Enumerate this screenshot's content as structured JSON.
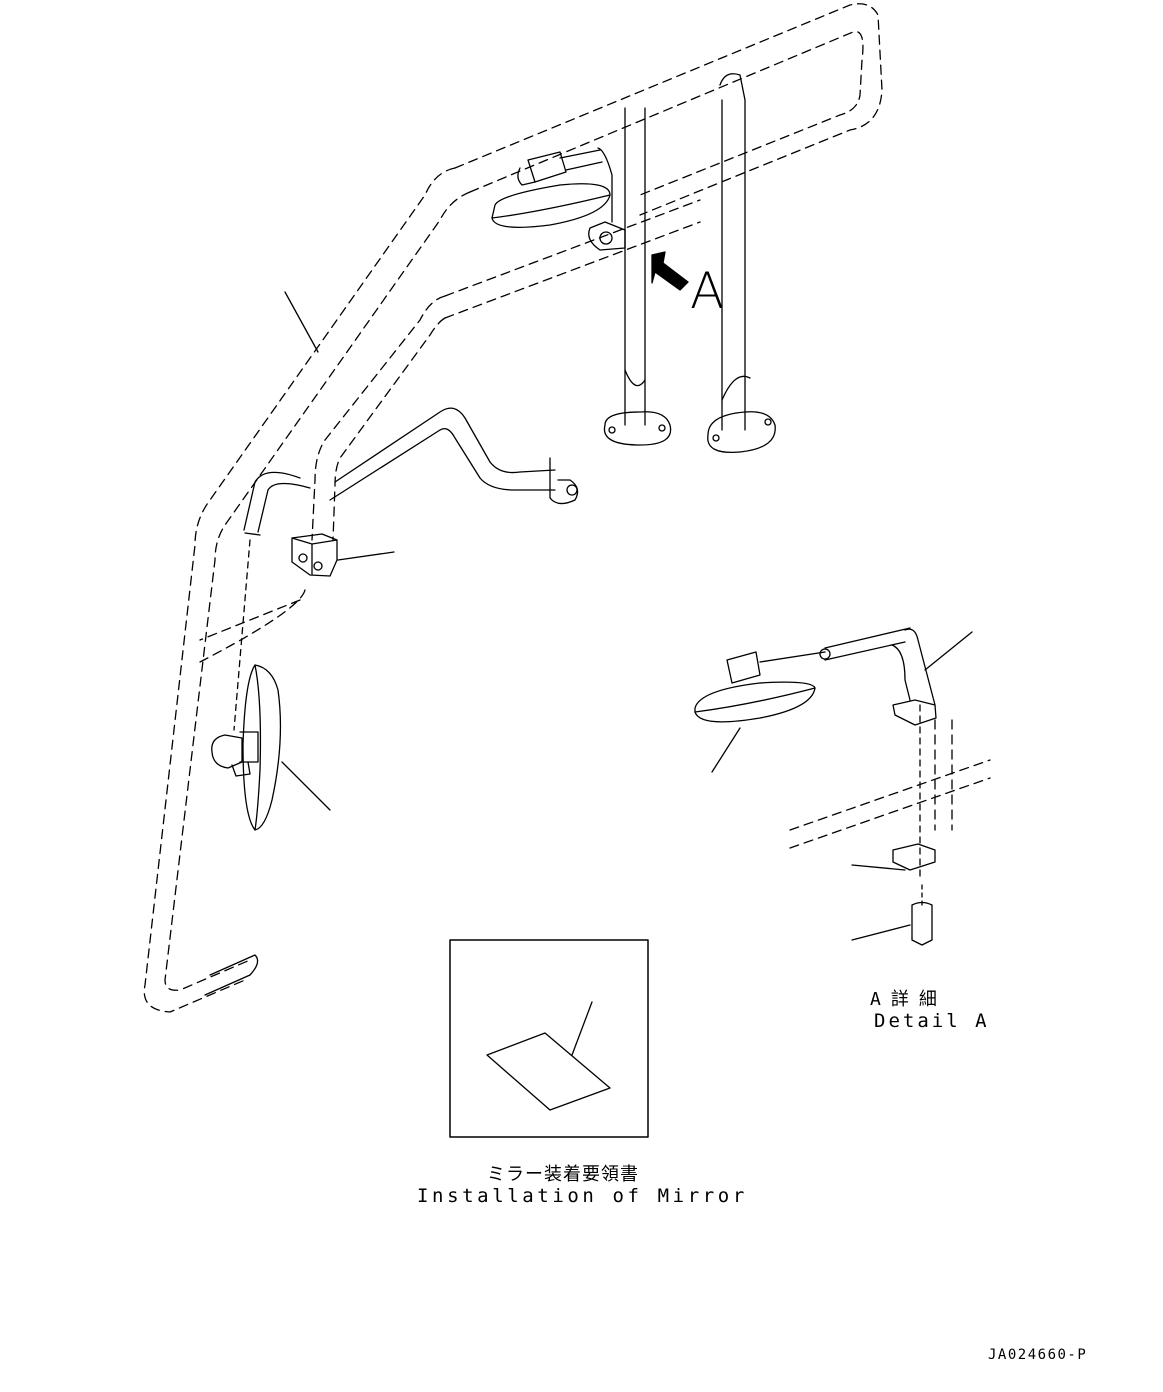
{
  "callout_view": "A",
  "detail_label": {
    "jp": "A詳細",
    "en": "Detail A"
  },
  "installation_label": {
    "jp": "ミラー装着要領書",
    "en": "Installation of Mirror"
  },
  "drawing_code": "JA024660-P"
}
